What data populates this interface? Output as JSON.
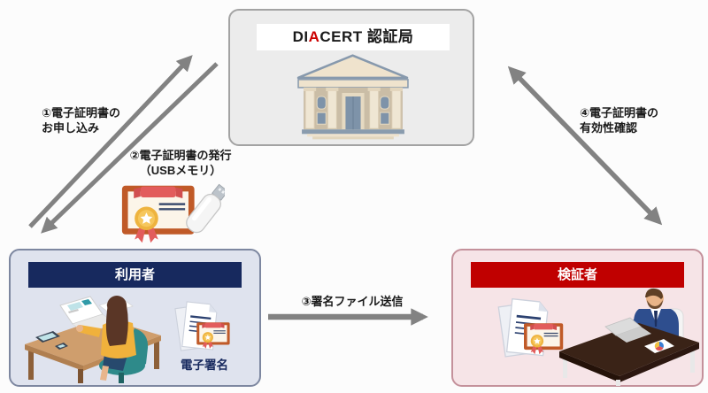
{
  "diagram": {
    "title": "DIACERT 認証局",
    "title_parts": {
      "prefix": "DI",
      "accent": "A",
      "suffix": "CERT 認証局"
    },
    "colors": {
      "title_accent_red": "#cc0000",
      "ca_box_bg": "#ececec",
      "ca_box_border": "#a3a3a3",
      "user_header_bg": "#17295e",
      "user_box_bg": "#dfe3ee",
      "user_box_border": "#7d87a0",
      "verifier_header_bg": "#c00000",
      "verifier_box_bg": "#f6e4e7",
      "verifier_box_border": "#c4919b",
      "arrow_gray": "#828282"
    },
    "ca_box": {
      "icon": "bank-building-icon"
    },
    "user_box": {
      "title": "利用者",
      "caption": "電子署名",
      "icons": [
        "user-at-desk-illustration",
        "signed-document-icon"
      ]
    },
    "verifier_box": {
      "title": "検証者",
      "icons": [
        "signed-document-icon",
        "verifier-at-desk-illustration"
      ]
    },
    "steps": {
      "step1": {
        "label_line1": "①電子証明書の",
        "label_line2": "お申し込み",
        "direction": "user-to-ca"
      },
      "step2": {
        "label_line1": "②電子証明書の発行",
        "label_line2": "（USBメモリ）",
        "direction": "ca-to-user",
        "icons": [
          "certificate-icon",
          "usb-memory-icon"
        ]
      },
      "step3": {
        "label": "③署名ファイル送信",
        "direction": "user-to-verifier"
      },
      "step4": {
        "label_line1": "④電子証明書の",
        "label_line2": "有効性確認",
        "direction": "verifier-and-ca"
      }
    }
  }
}
